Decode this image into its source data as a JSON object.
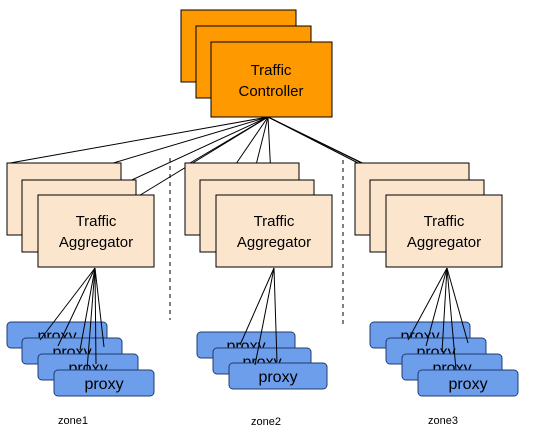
{
  "controller": {
    "line1": "Traffic",
    "line2": "Controller"
  },
  "aggregator": {
    "line1": "Traffic",
    "line2": "Aggregator"
  },
  "proxy_label": "proxy",
  "zones": [
    {
      "label": "zone1"
    },
    {
      "label": "zone2"
    },
    {
      "label": "zone3"
    }
  ],
  "colors": {
    "controller_fill": "#ff9900",
    "aggregator_fill": "#fce5cd",
    "proxy_fill": "#6d9eeb"
  }
}
